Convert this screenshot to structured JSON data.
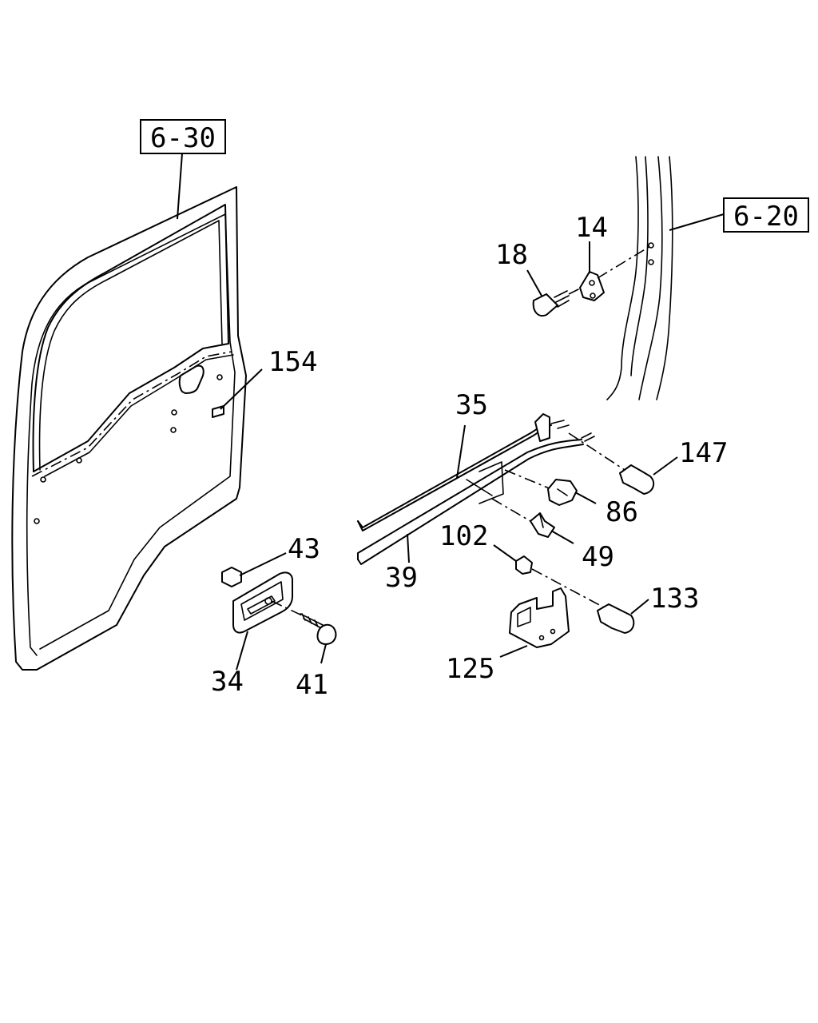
{
  "references": [
    {
      "id": "ref-6-30",
      "text": "6-30"
    },
    {
      "id": "ref-6-20",
      "text": "6-20"
    }
  ],
  "callouts": [
    {
      "id": "14",
      "text": "14"
    },
    {
      "id": "18",
      "text": "18"
    },
    {
      "id": "154",
      "text": "154"
    },
    {
      "id": "35",
      "text": "35"
    },
    {
      "id": "147",
      "text": "147"
    },
    {
      "id": "86",
      "text": "86"
    },
    {
      "id": "49",
      "text": "49"
    },
    {
      "id": "102",
      "text": "102"
    },
    {
      "id": "39",
      "text": "39"
    },
    {
      "id": "133",
      "text": "133"
    },
    {
      "id": "43",
      "text": "43"
    },
    {
      "id": "125",
      "text": "125"
    },
    {
      "id": "34",
      "text": "34"
    },
    {
      "id": "41",
      "text": "41"
    }
  ]
}
